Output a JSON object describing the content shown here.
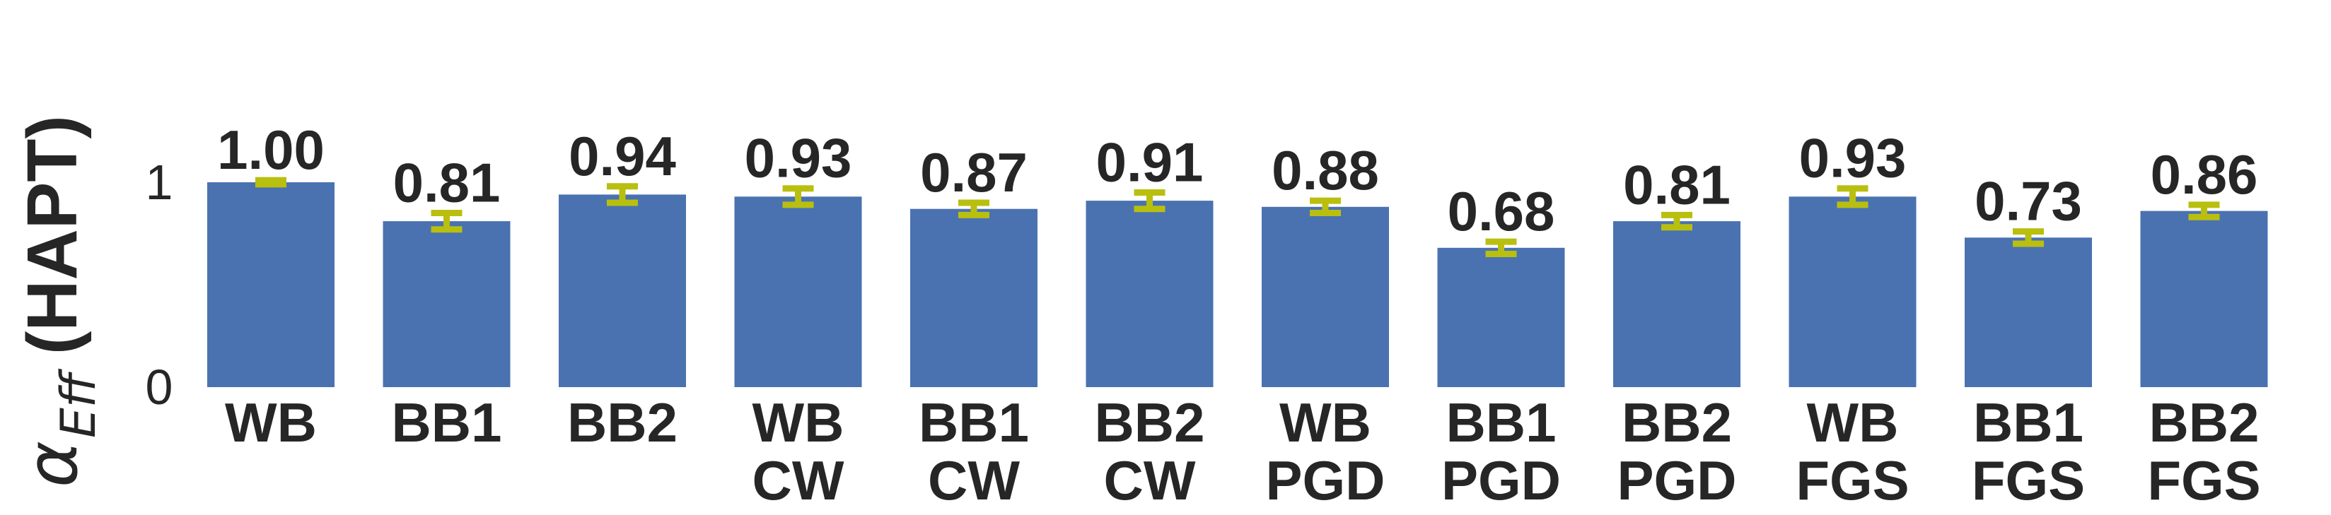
{
  "chart_data": {
    "type": "bar",
    "ylabel": {
      "symbol": "α",
      "subscript": "Eff",
      "suffix": "(HAPT)"
    },
    "ylim": [
      0,
      1.05
    ],
    "yticks": [
      {
        "value": 0,
        "label": "0"
      },
      {
        "value": 1,
        "label": "1"
      }
    ],
    "grid": false,
    "colors": {
      "bar": "#4a72b0",
      "error_bar": "#b9bf0f"
    },
    "categories": [
      [
        "WB"
      ],
      [
        "BB1"
      ],
      [
        "BB2"
      ],
      [
        "WB",
        "CW"
      ],
      [
        "BB1",
        "CW"
      ],
      [
        "BB2",
        "CW"
      ],
      [
        "WB",
        "PGD"
      ],
      [
        "BB1",
        "PGD"
      ],
      [
        "BB2",
        "PGD"
      ],
      [
        "WB",
        "FGS"
      ],
      [
        "BB1",
        "FGS"
      ],
      [
        "BB2",
        "FGS"
      ]
    ],
    "values": [
      1.0,
      0.81,
      0.94,
      0.93,
      0.87,
      0.91,
      0.88,
      0.68,
      0.81,
      0.93,
      0.73,
      0.86
    ],
    "value_labels": [
      "1.00",
      "0.81",
      "0.94",
      "0.93",
      "0.87",
      "0.91",
      "0.88",
      "0.68",
      "0.81",
      "0.93",
      "0.73",
      "0.86"
    ],
    "errors": [
      0.01,
      0.04,
      0.04,
      0.04,
      0.03,
      0.04,
      0.03,
      0.03,
      0.03,
      0.04,
      0.03,
      0.03
    ]
  }
}
